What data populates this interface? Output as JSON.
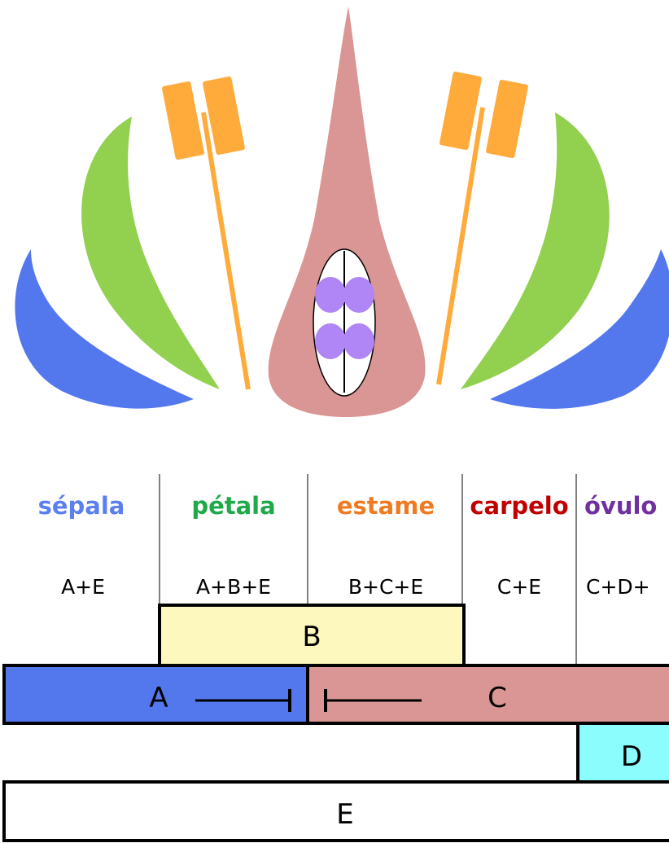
{
  "organs": [
    {
      "name": "sépala",
      "formula": "A+E",
      "color": "#5b7ff0"
    },
    {
      "name": "pétala",
      "formula": "A+B+E",
      "color": "#1faa4a"
    },
    {
      "name": "estame",
      "formula": "B+C+E",
      "color": "#ee7b22"
    },
    {
      "name": "carpelo",
      "formula": "C+E",
      "color": "#c00000"
    },
    {
      "name": "óvulo",
      "formula": "C+D+",
      "color": "#7030a0"
    }
  ],
  "classes": {
    "A": {
      "label": "A",
      "color": "#5378ee"
    },
    "B": {
      "label": "B",
      "color": "#fdf8bd"
    },
    "C": {
      "label": "C",
      "color": "#d99694"
    },
    "D": {
      "label": "D",
      "color": "#8cfdfd"
    },
    "E": {
      "label": "E",
      "color": "#ffffff"
    }
  },
  "flower_colors": {
    "sepal": "#5378ee",
    "petal": "#92d050",
    "stamen": "#ffab3c",
    "carpel": "#d99694",
    "ovule": "#b085f5"
  }
}
